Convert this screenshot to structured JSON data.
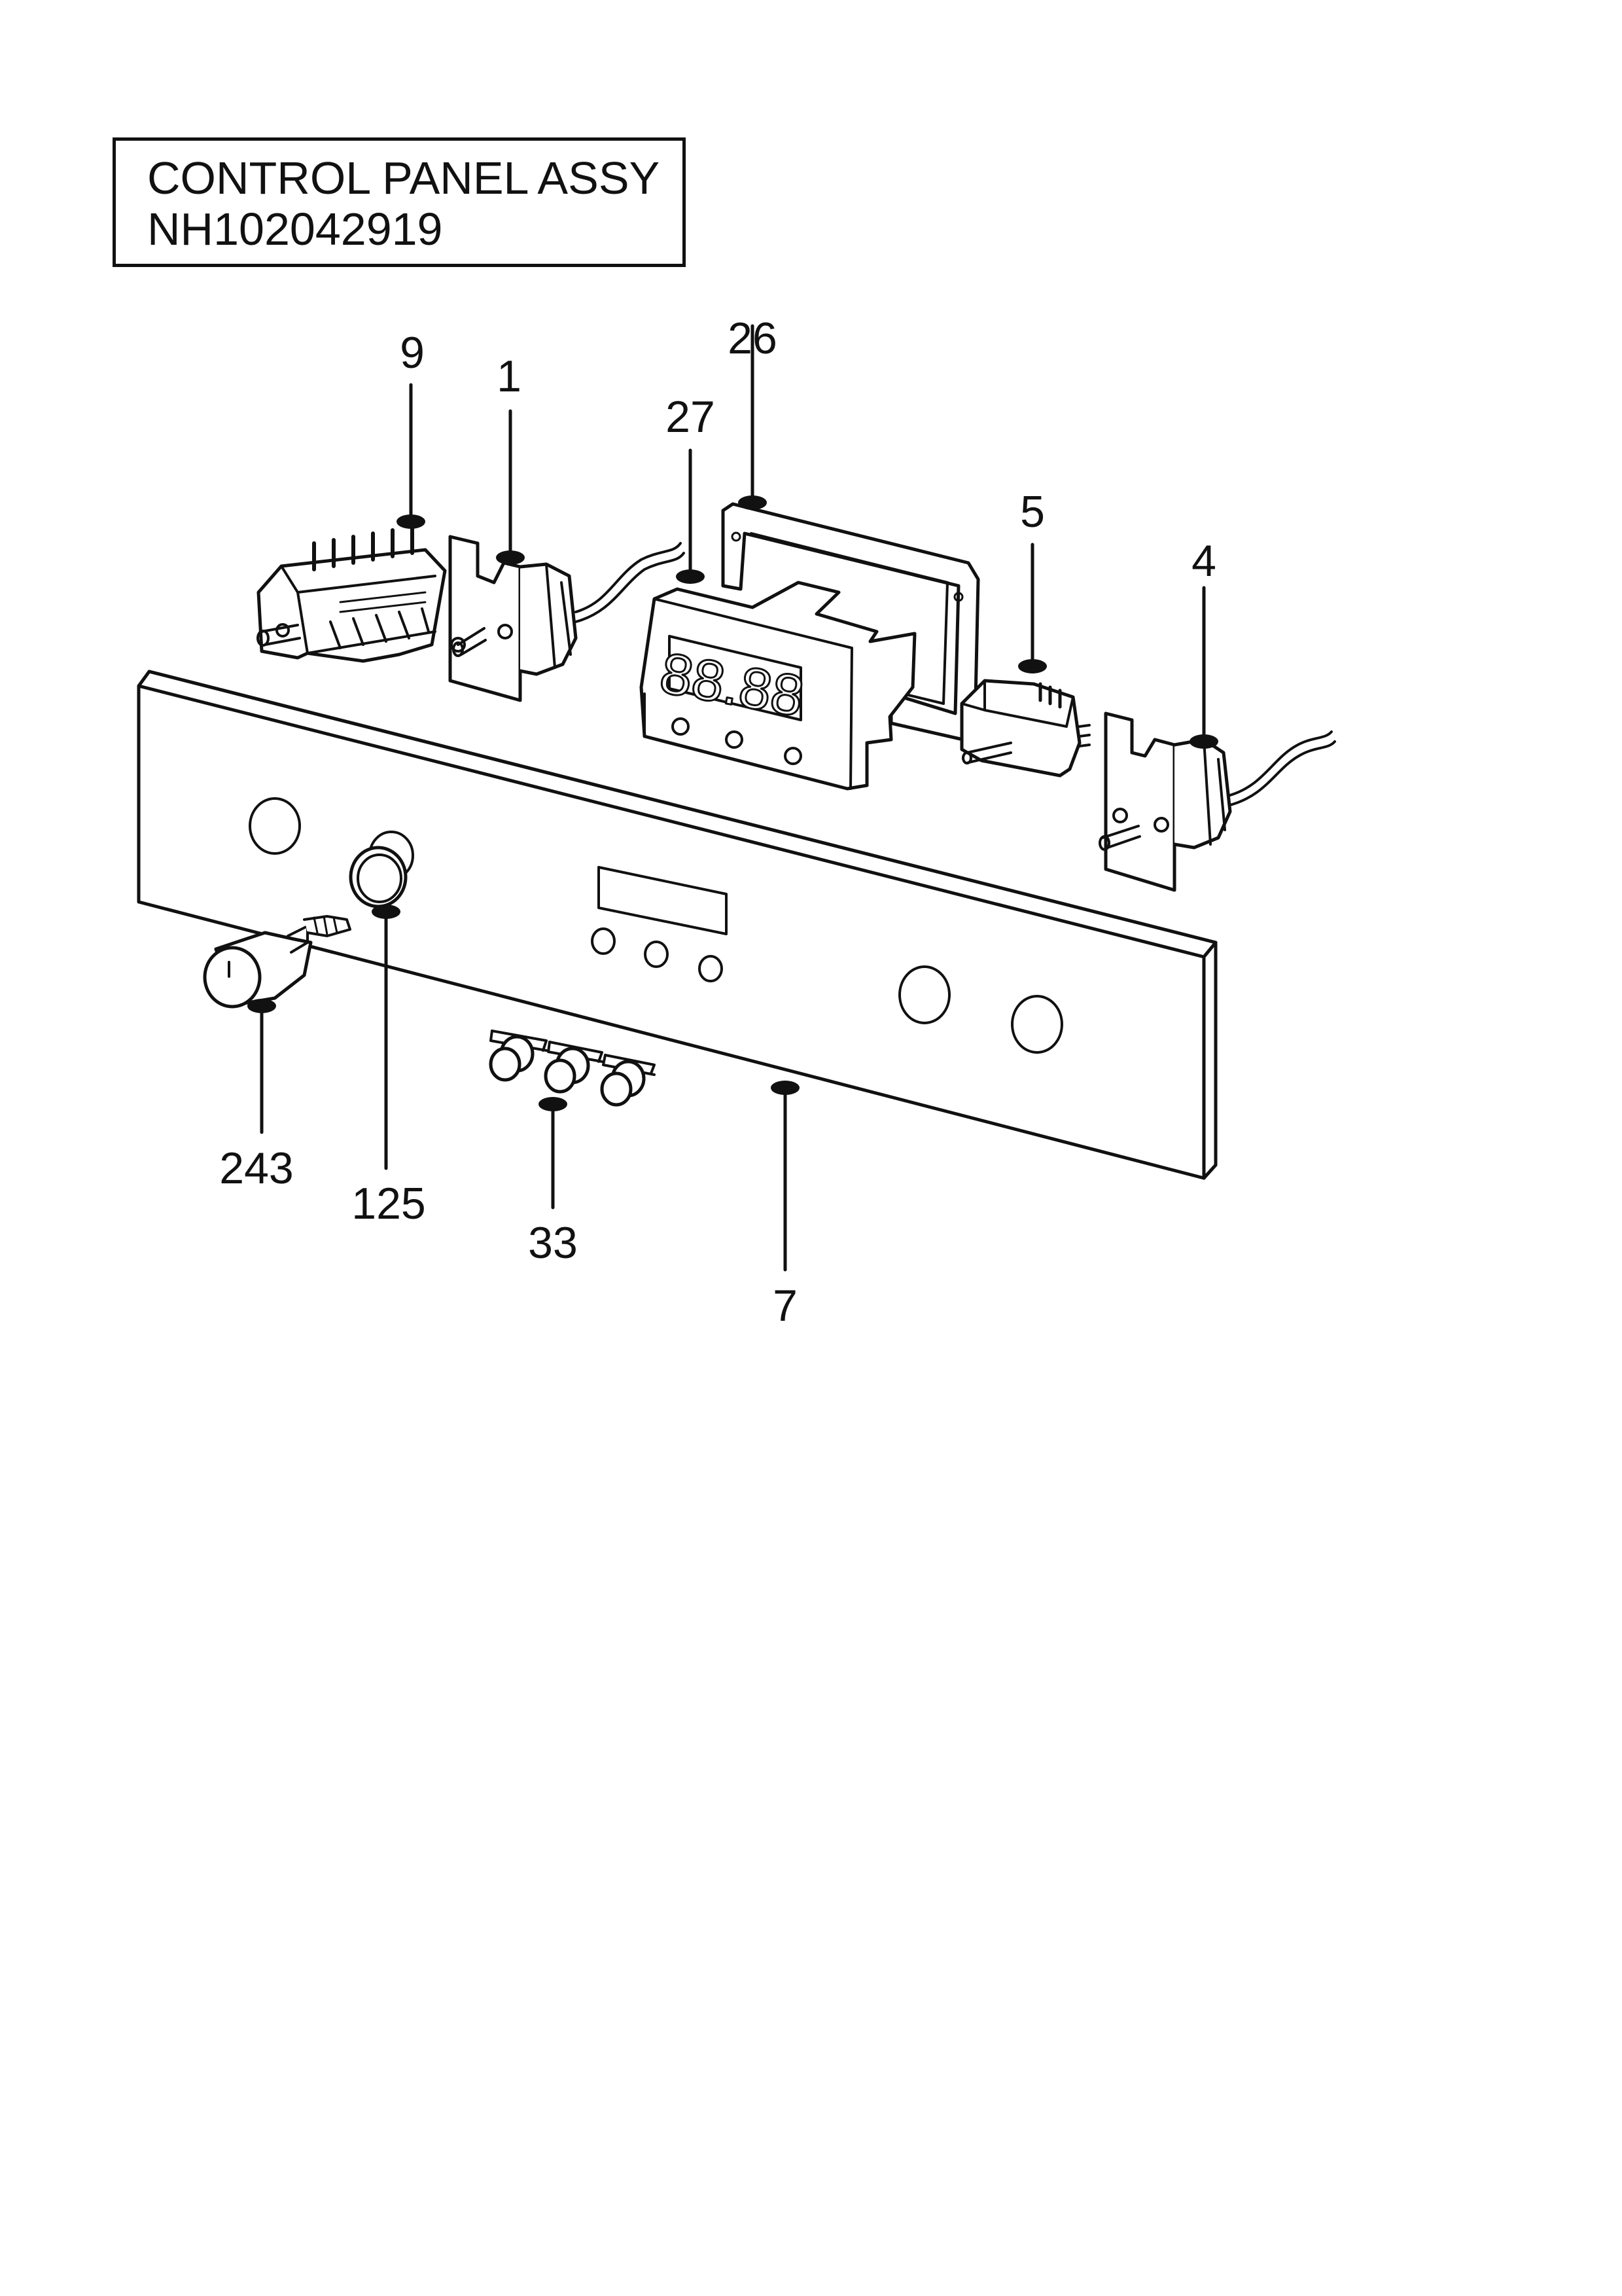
{
  "title": {
    "line1": "CONTROL PANEL ASSY",
    "line2": "NH102042919"
  },
  "display_readout": "88.88",
  "callouts": [
    {
      "id": "9",
      "label": "9"
    },
    {
      "id": "1",
      "label": "1"
    },
    {
      "id": "27",
      "label": "27"
    },
    {
      "id": "26",
      "label": "26"
    },
    {
      "id": "5",
      "label": "5"
    },
    {
      "id": "4",
      "label": "4"
    },
    {
      "id": "243",
      "label": "243"
    },
    {
      "id": "125",
      "label": "125"
    },
    {
      "id": "33",
      "label": "33"
    },
    {
      "id": "7",
      "label": "7"
    }
  ]
}
